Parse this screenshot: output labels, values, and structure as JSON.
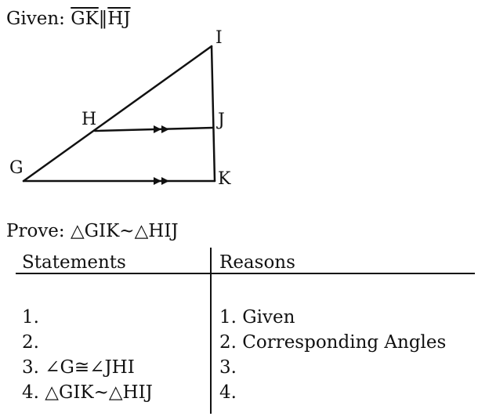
{
  "given": {
    "label": "Given:",
    "seg1": "GK",
    "parallel": "‖",
    "seg2": "HJ"
  },
  "figure": {
    "vertices": {
      "G": "G",
      "H": "H",
      "I": "I",
      "J": "J",
      "K": "K"
    },
    "stroke_color": "#111111"
  },
  "prove": {
    "text": "Prove: △GIK~△HIJ"
  },
  "table": {
    "headers": {
      "statements": "Statements",
      "reasons": "Reasons"
    },
    "rows": [
      {
        "statement": "1.",
        "reason": "1. Given"
      },
      {
        "statement": "2.",
        "reason": "2. Corresponding Angles"
      },
      {
        "statement": "3. ∠G≅∠JHI",
        "reason": "3."
      },
      {
        "statement": "4. △GIK~△HIJ",
        "reason": "4."
      }
    ]
  }
}
